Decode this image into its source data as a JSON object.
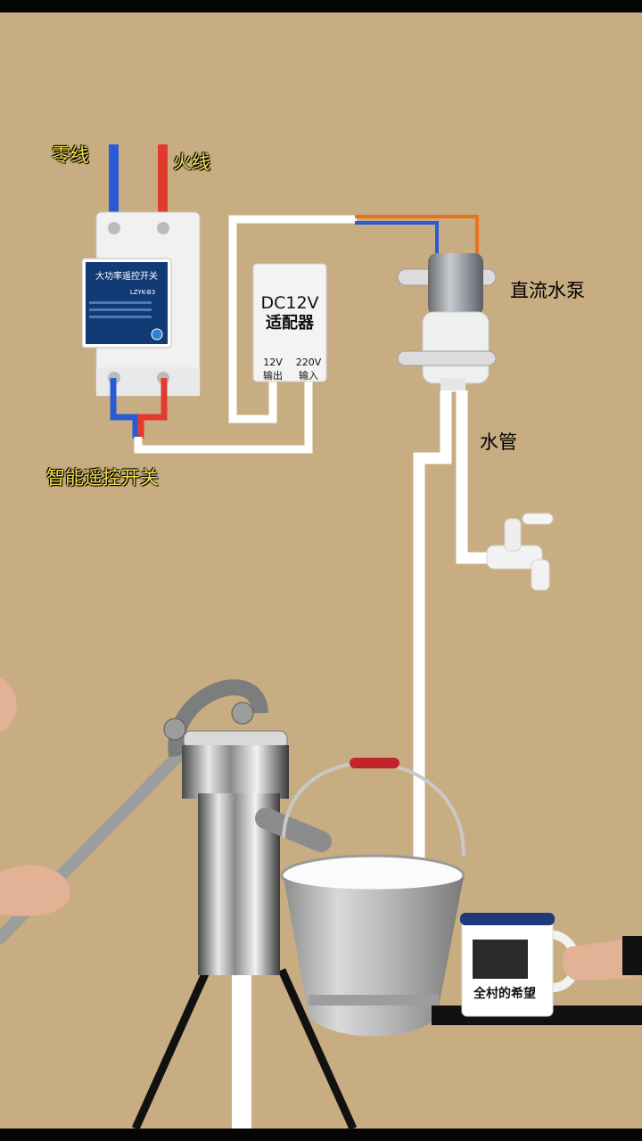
{
  "labels": {
    "neutral": "零线",
    "live": "火线",
    "remote_switch": "智能遥控开关",
    "pump": "直流水泵",
    "hose": "水管"
  },
  "switch_device": {
    "title": "大功率遥控开关",
    "model": "LZYK-B3"
  },
  "adapter": {
    "name": "DC12V",
    "subtitle": "适配器",
    "out_voltage": "12V",
    "out_label": "输出",
    "in_voltage": "220V",
    "in_label": "输入"
  },
  "mug": {
    "text": "全村的希望"
  },
  "colors": {
    "wall": "#c9ad82",
    "neutral_wire": "#2a5bd7",
    "live_wire": "#e23b2e",
    "pipe": "#ffffff",
    "label_yellow": "#f4e04d"
  }
}
